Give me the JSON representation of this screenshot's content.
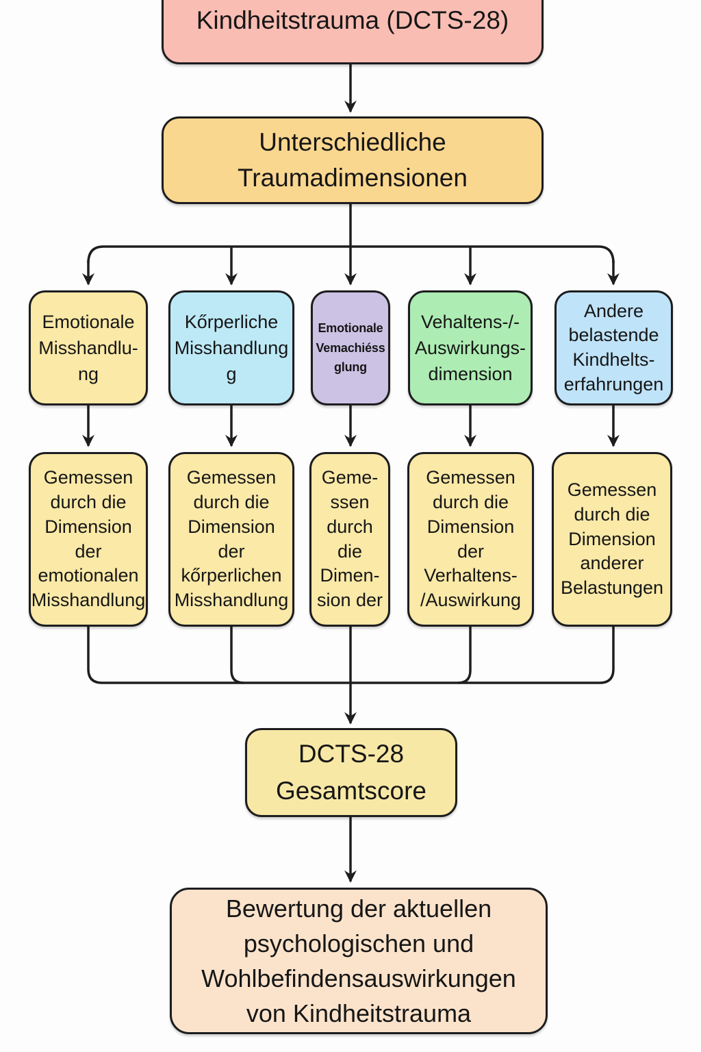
{
  "diagram": {
    "type": "flowchart",
    "language": "de",
    "colors": {
      "root_box": "#F9BDB3",
      "dimensions_box": "#FAD78F",
      "yellow_box": "#FAE9A7",
      "blue_box": "#BDE9F6",
      "purple_box": "#CCC2E4",
      "green_box": "#ADECB3",
      "light_blue_box": "#BFE3F9",
      "score_box": "#F8E8A6",
      "outcome_box": "#FBE3CB",
      "border": "#1d1d1f",
      "connector": "#1e1e1e",
      "background": "#FDFDFD"
    },
    "nodes": {
      "root": {
        "label": "Kindheitstrauma (DCTS-28)",
        "color": "#F9BDB3"
      },
      "dims": {
        "label": "Unterschiedliche\nTraumadimensionen",
        "color": "#FAD78F"
      },
      "dim_emotional": {
        "label": "Emotionale\nMisshandlu-\nng",
        "color": "#FAE9A7"
      },
      "dim_physical": {
        "label": "Kőrperliche\nMisshandlung\ng",
        "color": "#BDE9F6"
      },
      "dim_neglect": {
        "label": "Emotionale\nVemachiéss\nglung",
        "color": "#CCC2E4"
      },
      "dim_behavior": {
        "label": "Vehaltens-/-\nAuswirkungs-\ndimension",
        "color": "#ADECB3"
      },
      "dim_other": {
        "label": "Andere\nbelastende\nKindhelts-\nerfahrungen",
        "color": "#BFE3F9"
      },
      "meas_emotional": {
        "label": "Gemessen\ndurch die\nDimension\nder\nemotionalen\nMisshandlung",
        "color": "#FAE9A7"
      },
      "meas_physical": {
        "label": "Gemessen\ndurch die\nDimension\nder\nkőrperlichen\nMisshandlung",
        "color": "#FAE9A7"
      },
      "meas_neglect": {
        "label": "Geme-\nssen\ndurch\ndie\nDimen-\nsion der",
        "color": "#FAE9A7"
      },
      "meas_behavior": {
        "label": "Gemessen\ndurch die\nDimension\nder\nVerhaltens-\n/Auswirkung",
        "color": "#FAE9A7"
      },
      "meas_other": {
        "label": "Gemessen\ndurch die\nDimension\nanderer\nBelastungen",
        "color": "#FAE9A7"
      },
      "score": {
        "label": "DCTS-28\nGesamtscore",
        "color": "#F8E8A6"
      },
      "outcome": {
        "label": "Bewertung der aktuellen\npsychologischen und\nWohlbefindensauswirkungen\nvon Kindheitstrauma",
        "color": "#FBE3CB"
      }
    }
  }
}
